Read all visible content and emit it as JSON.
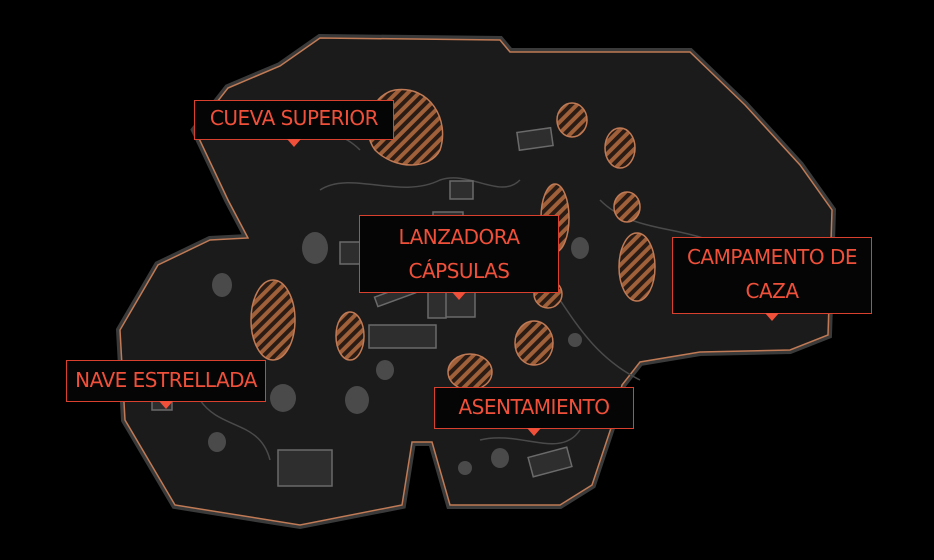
{
  "map": {
    "colors": {
      "background": "#000000",
      "land": "#1b1b1b",
      "outline": "#c07a55",
      "hazard": "#b06a3f",
      "label_text": "#f0503a",
      "label_border": "#d9402e"
    },
    "locations": [
      {
        "id": "cueva-superior",
        "lines": [
          "CUEVA SUPERIOR"
        ]
      },
      {
        "id": "lanzadora-capsulas",
        "lines": [
          "LANZADORA",
          "CÁPSULAS"
        ]
      },
      {
        "id": "campamento-de-caza",
        "lines": [
          "CAMPAMENTO DE",
          "CAZA"
        ]
      },
      {
        "id": "nave-estrellada",
        "lines": [
          "NAVE ESTRELLADA"
        ]
      },
      {
        "id": "asentamiento",
        "lines": [
          "ASENTAMIENTO"
        ]
      }
    ]
  }
}
